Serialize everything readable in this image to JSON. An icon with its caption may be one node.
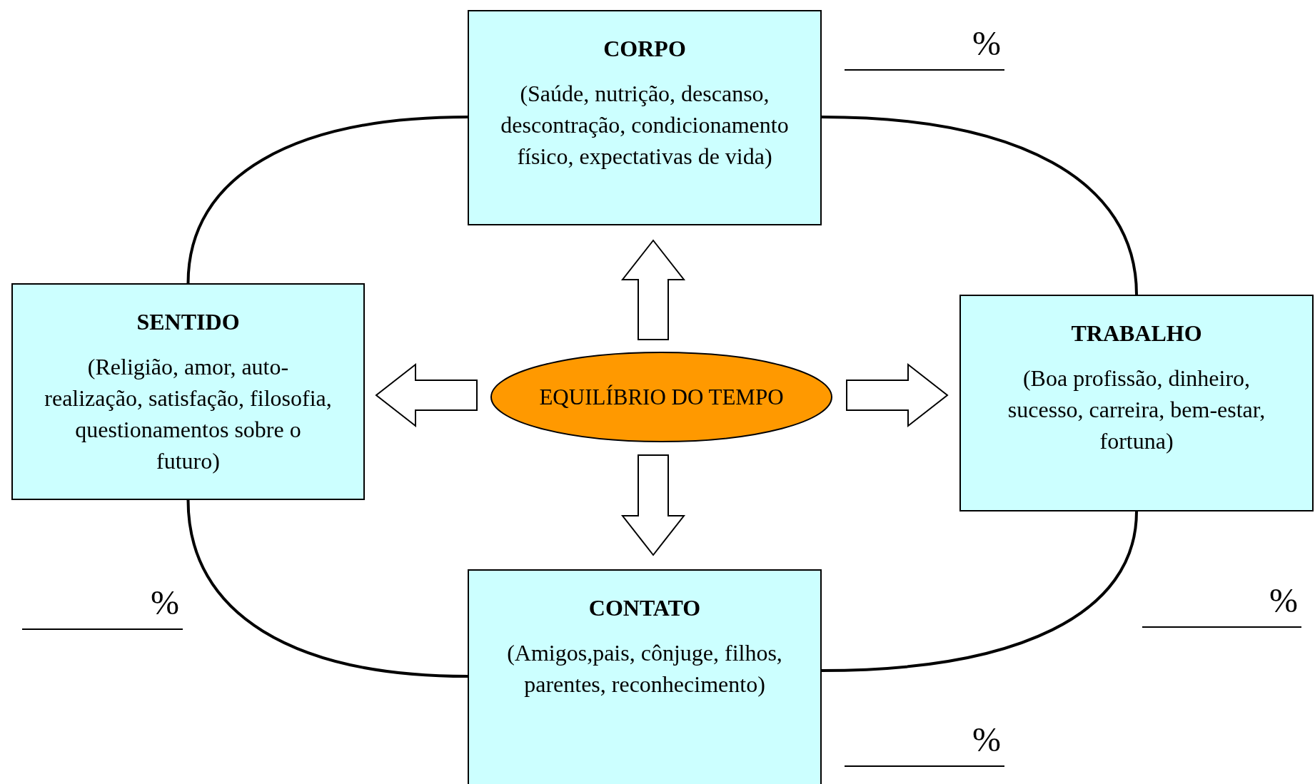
{
  "diagram": {
    "nodes": [
      {
        "text": [
          "CORPO",
          "(Saúde, nutrição, descanso, descontração, condicionamento físico, expectativas de vida)"
        ]
      },
      {
        "text": [
          "SENTIDO",
          "(Religião, amor, auto-realização, satisfação, filosofia, questionamentos sobre o futuro)"
        ]
      },
      {
        "text": [
          "EQUILÍBRIO DO TEMPO"
        ]
      },
      {
        "text": [
          "TRABALHO",
          "(Boa profissão, dinheiro, sucesso, carreira, bem-estar, fortuna)"
        ]
      },
      {
        "text": [
          "CONTATO",
          "(Amigos,pais, cônjuge, filhos, parentes, reconhecimento)"
        ]
      }
    ],
    "edges": [
      {
        "from": 2,
        "to": 0,
        "arrow": "to"
      },
      {
        "from": 2,
        "to": 1,
        "arrow": "to"
      },
      {
        "from": 2,
        "to": 3,
        "arrow": "to"
      },
      {
        "from": 2,
        "to": 4,
        "arrow": "to"
      },
      {
        "from": 0,
        "to": 1,
        "arrow": "none"
      },
      {
        "from": 0,
        "to": 3,
        "arrow": "none"
      },
      {
        "from": 1,
        "to": 4,
        "arrow": "none"
      },
      {
        "from": 3,
        "to": 4,
        "arrow": "none"
      }
    ],
    "labels": [
      "%",
      "%",
      "%",
      "%"
    ]
  }
}
